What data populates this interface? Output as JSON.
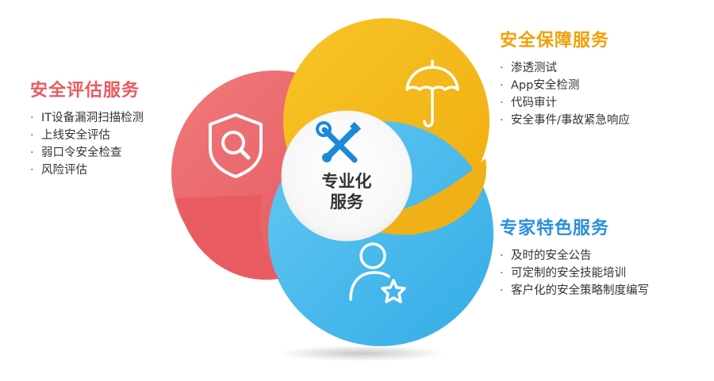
{
  "center": {
    "line1": "专业化",
    "line2": "服务"
  },
  "sections": {
    "eval": {
      "title": "安全评估服务",
      "items": [
        "IT设备漏洞扫描检测",
        "上线安全评估",
        "弱口令安全检查",
        "风险评估"
      ]
    },
    "guard": {
      "title": "安全保障服务",
      "items": [
        "渗透测试",
        "App安全检测",
        "代码审计",
        "安全事件/事故紧急响应"
      ]
    },
    "expert": {
      "title": "专家特色服务",
      "items": [
        "及时的安全公告",
        "可定制的安全技能培训",
        "客户化的安全策略制度编写"
      ]
    }
  },
  "bullet_mark": "·",
  "icons": {
    "eval": "shield-search-icon",
    "guard": "umbrella-icon",
    "expert": "user-star-icon",
    "center": "tools-icon"
  },
  "colors": {
    "red": "#ef6a6e",
    "yellow": "#f5bf1b",
    "blue": "#4cbcee",
    "title_red": "#e85b60",
    "title_orange": "#f29f05",
    "title_blue": "#2a8fde",
    "tool_blue": "#1a8ad8"
  }
}
